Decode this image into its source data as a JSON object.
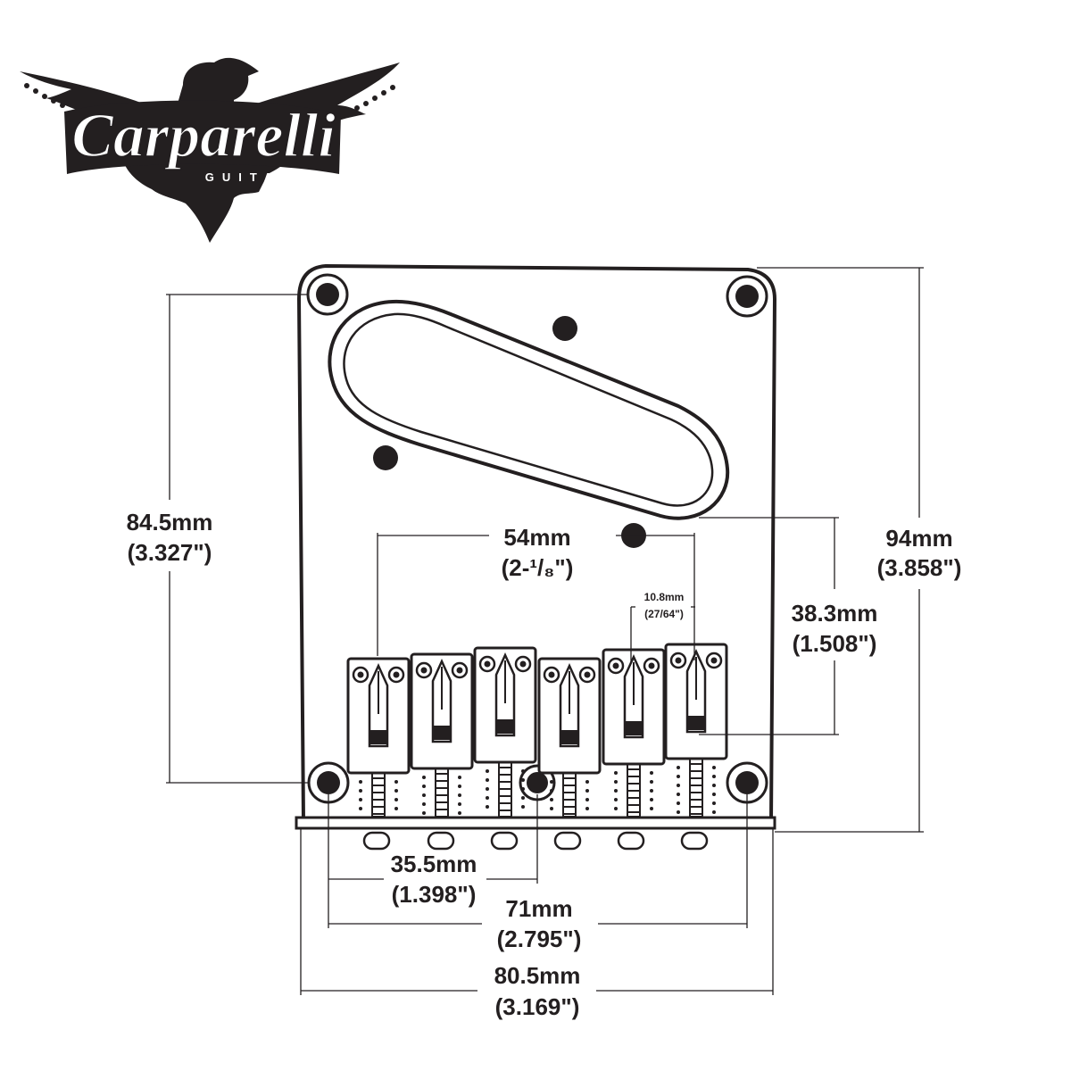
{
  "logo": {
    "brand": "Carparelli",
    "sub": "GUITARS"
  },
  "dimensions": {
    "overall_length": {
      "mm": "94mm",
      "inch": "(3.858\")"
    },
    "mount_height": {
      "mm": "84.5mm",
      "inch": "(3.327\")"
    },
    "string_spread": {
      "mm": "54mm",
      "inch": "(2-¹/₈\")"
    },
    "saddle_spacing": {
      "mm": "10.8mm",
      "inch": "(27/64\")"
    },
    "saddle_to_hole": {
      "mm": "38.3mm",
      "inch": "(1.508\")"
    },
    "half_hole_spacing": {
      "mm": "35.5mm",
      "inch": "(1.398\")"
    },
    "hole_spacing": {
      "mm": "71mm",
      "inch": "(2.795\")"
    },
    "plate_width": {
      "mm": "80.5mm",
      "inch": "(3.169\")"
    }
  },
  "colors": {
    "ink": "#231f20",
    "background": "#ffffff"
  },
  "saddle_count": 6
}
